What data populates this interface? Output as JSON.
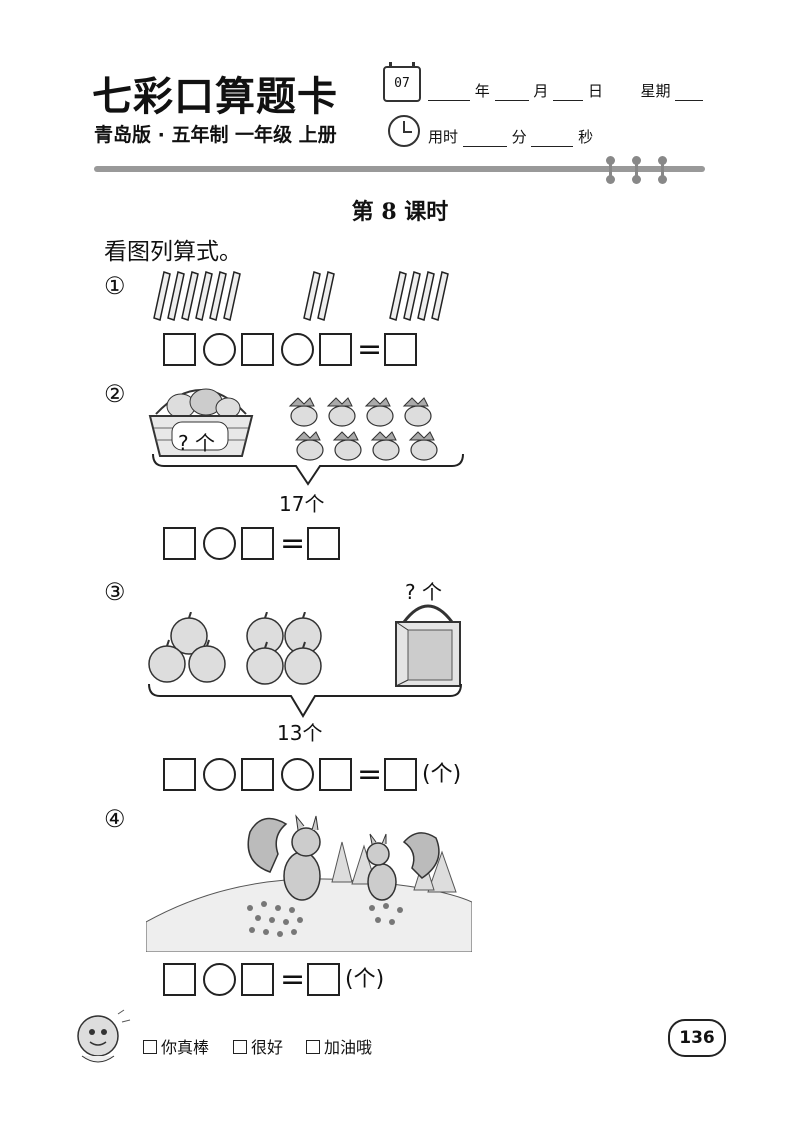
{
  "header": {
    "brand": "七彩口算题卡",
    "calendar_num": "07",
    "date": {
      "year": "年",
      "month": "月",
      "day": "日",
      "weekday": "星期"
    },
    "edition": "青岛版 · 五年制 一年级 上册",
    "time": {
      "label": "用时",
      "min": "分",
      "sec": "秒"
    }
  },
  "lesson_title": "第 8 课时",
  "instruction": "看图列算式。",
  "problems": [
    {
      "number": "①",
      "pattern": [
        "box",
        "circle",
        "box",
        "circle",
        "box",
        "=",
        "box"
      ]
    },
    {
      "number": "②",
      "question": "? 个",
      "total": "17个",
      "pattern": [
        "box",
        "circle",
        "box",
        "=",
        "box"
      ]
    },
    {
      "number": "③",
      "question": "? 个",
      "total": "13个",
      "pattern": [
        "box",
        "circle",
        "box",
        "circle",
        "box",
        "=",
        "box"
      ],
      "unit": "(个)"
    },
    {
      "number": "④",
      "pattern": [
        "box",
        "circle",
        "box",
        "=",
        "box"
      ],
      "unit": "(个)"
    }
  ],
  "rating": [
    "你真棒",
    "很好",
    "加油哦"
  ],
  "page_number": "136",
  "icons": [
    "calendar-icon",
    "clock-icon",
    "sticks-icon",
    "basket-icon",
    "radish-icon",
    "apple-icon",
    "bag-icon",
    "squirrel-icon",
    "mascot-icon"
  ]
}
